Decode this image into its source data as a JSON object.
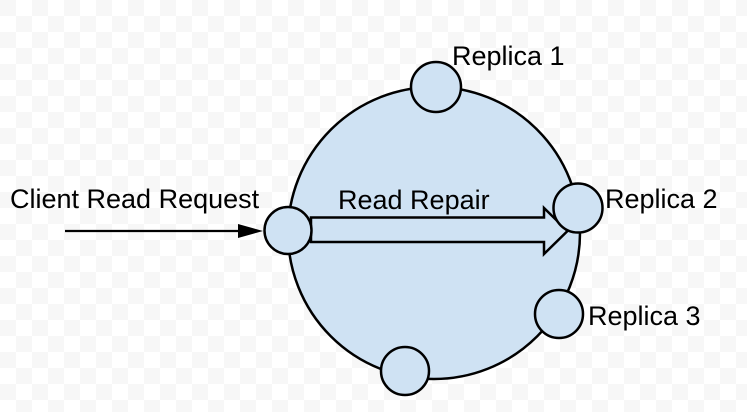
{
  "diagram": {
    "labels": {
      "client_request": "Client Read Request",
      "read_repair": "Read Repair",
      "replica_1": "Replica 1",
      "replica_2": "Replica 2",
      "replica_3": "Replica 3"
    },
    "colors": {
      "shape_fill": "#cfe2f3",
      "shape_stroke": "#000000",
      "arrow_color": "#000000",
      "text_color": "#000000",
      "checker_white": "#ffffff",
      "checker_gray": "#f7f7f7"
    }
  }
}
